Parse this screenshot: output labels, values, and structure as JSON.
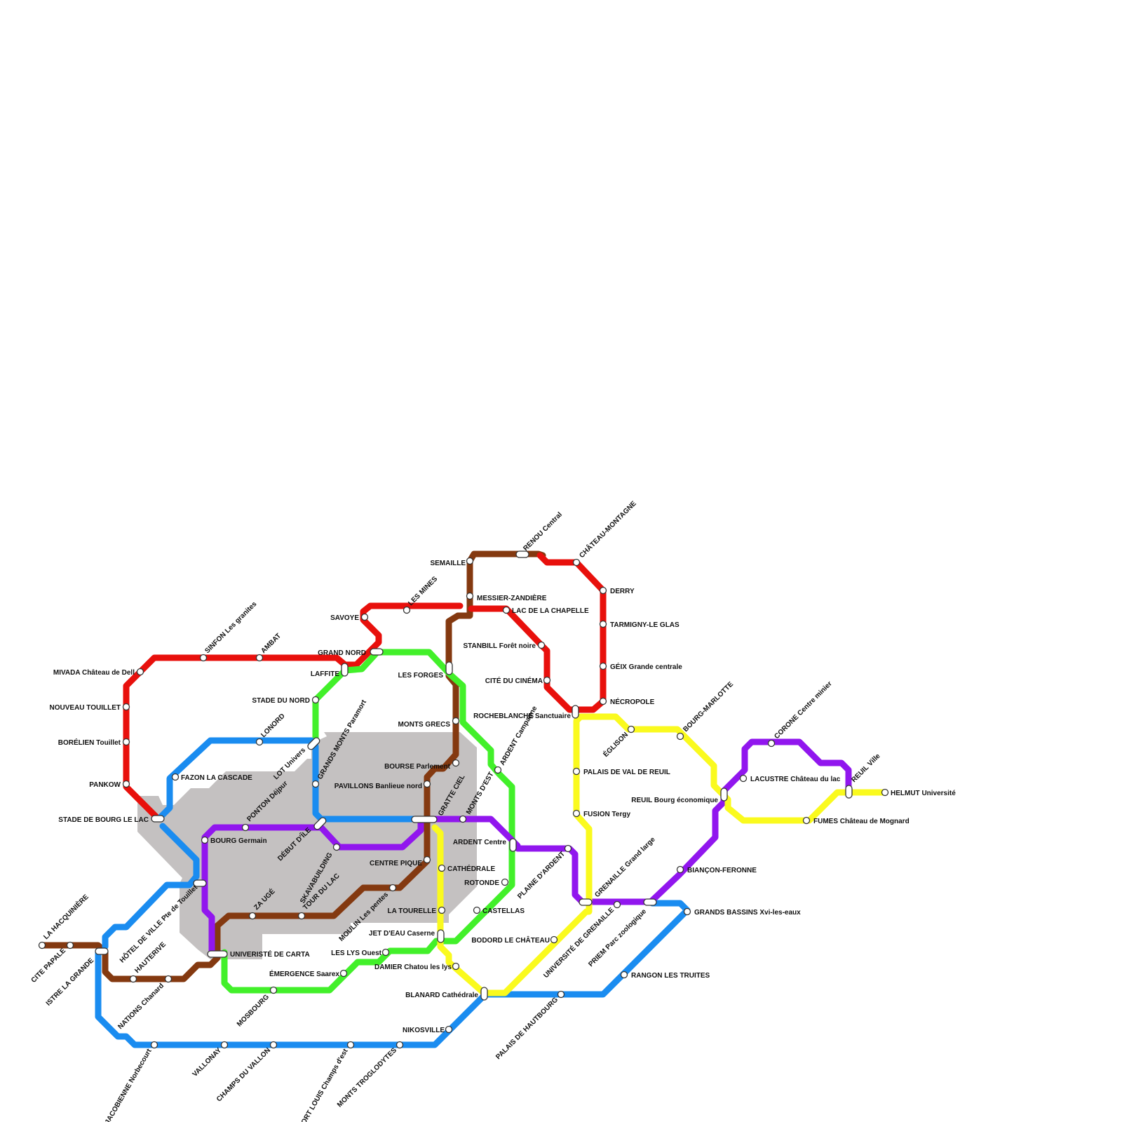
{
  "map": {
    "colors": {
      "red": "#e8100c",
      "brown": "#843910",
      "green": "#42f02a",
      "blue": "#1a8cf0",
      "purple": "#9116ee",
      "yellow": "#fafa1e",
      "zone": "#c4c1c1"
    },
    "stations": {
      "la_hacquiniere": "LA HACQUINIÈRE",
      "cite_papale": "CITE PAPALE",
      "istre_la_grande": "ISTRE LA GRANDE",
      "hauterive": "HAUTERIVE",
      "nations_chanard": "NATIONS Chanard",
      "hotel_de_ville": "HÔTEL DE VILLE Pte de Touillet",
      "universite_de_carta": "UNIVERISTÉ DE CARTA",
      "za_uge": "ZA UGÉ",
      "tour_du_lac": "TOUR DU LAC",
      "moulin": "MOULIN Les pentes",
      "centre_pique": "CENTRE PIQUE",
      "bourse": "BOURSE Parlement",
      "monts_grecs": "MONTS GRECS",
      "les_forges": "LES FORGES",
      "semaille": "SEMAILLE",
      "messier": "MESSIER-ZANDIÈRE",
      "renou": "RENOU Central",
      "chateau_montagne": "CHÂTEAU-MONTAGNE",
      "derry": "DERRY",
      "tarmigny": "TARMIGNY-LE GLAS",
      "geix": "GÉIX Grande centrale",
      "necropole": "NÉCROPOLE",
      "rocheblanche": "ROCHEBLANCHE Sanctuaire",
      "cite_du_cinema": "CITÉ DU CINÉMA",
      "stanbill": "STANBILL Forêt noire",
      "lac_de_la_chapelle": "LAC DE LA CHAPELLE",
      "les_mines": "LES MINES",
      "savoye": "SAVOYE",
      "grand_nord": "GRAND NORD",
      "laffite": "LAFFITE",
      "ambat": "AMBAT",
      "sinfon": "SINFON Les granites",
      "mivada": "MIVADA Château de Dell",
      "nouveau_touillet": "NOUVEAU TOUILLET",
      "borelien": "BORÉLIEN Touillet",
      "pankow": "PANKOW",
      "stade_bourg": "STADE DE BOURG LE LAC",
      "fazon": "FAZON LA CASCADE",
      "lonord": "LONORD",
      "lot_univers": "LOT Univers",
      "stade_du_nord": "STADE DU NORD",
      "grands_monts": "GRANDS MONTS Paramort",
      "pavillons": "PAVILLONS Banlieue nord",
      "debut_dile": "DÉBUT D'ÎLE",
      "gratte_ciel": "GRATTE CIEL",
      "monts_dest": "MONTS D'EST",
      "ardent_campagne": "ARDENT Campagne",
      "ardent_centre": "ARDENT Centre",
      "rotonde": "ROTONDE",
      "castellas": "CASTELLAS",
      "jet_deau": "JET D'EAU Caserne",
      "la_tourelle": "LA TOURELLE",
      "cathedrale": "CATHÉDRALE",
      "skavabuilding": "SKAVABUILDING",
      "ponton": "PONTON Déjpur",
      "bourg_germain": "BOURG Germain",
      "les_lys": "LES LYS Ouest",
      "emergence": "ÉMERGENCE Saarex",
      "mosbourg": "MOSBOURG",
      "damier": "DAMIER Chatou les lys",
      "blanard": "BLANARD Cathédrale",
      "nikosville": "NIKOSVILLE",
      "monts_troglodytes": "MONTS TROGLODYTES",
      "fort_louis": "FORT LOUIS Champs d'est",
      "champs_du_vallon": "CHAMPS DU VALLON",
      "vallonay": "VALLONAY",
      "la_jacobienne": "LA JACOBIENNE Norbecourt",
      "palais_hautbourg": "PALAIS DE HAUTBOURG",
      "bodord": "BODORD LE CHÂTEAU",
      "plaine_dardent": "PLAINE D'ARDENT",
      "universite_grenaille": "UNIVERSITÉ DE GRENAILLE",
      "grenaille_grand_large": "GRENAILLE Grand large",
      "priem": "PRIEM Parc zoologique",
      "grands_bassins": "GRANDS BASSINS Xvi-les-eaux",
      "rangon": "RANGON LES TRUITES",
      "bianon": "BIANÇON-FERONNE",
      "fusion": "FUSION Tergy",
      "palais_val_reuil": "PALAIS DE VAL DE REUIL",
      "eglison": "ÉGLISON",
      "bourg_marlotte": "BOURG-MARLOTTE",
      "reuil_bourg": "REUIL Bourg économique",
      "lacustre": "LACUSTRE Château du lac",
      "corone": "CORONE Centre minier",
      "reuil_ville": "REUIL Ville",
      "helmut": "HELMUT Université",
      "fumes": "FUMES Château de Mognard"
    }
  }
}
